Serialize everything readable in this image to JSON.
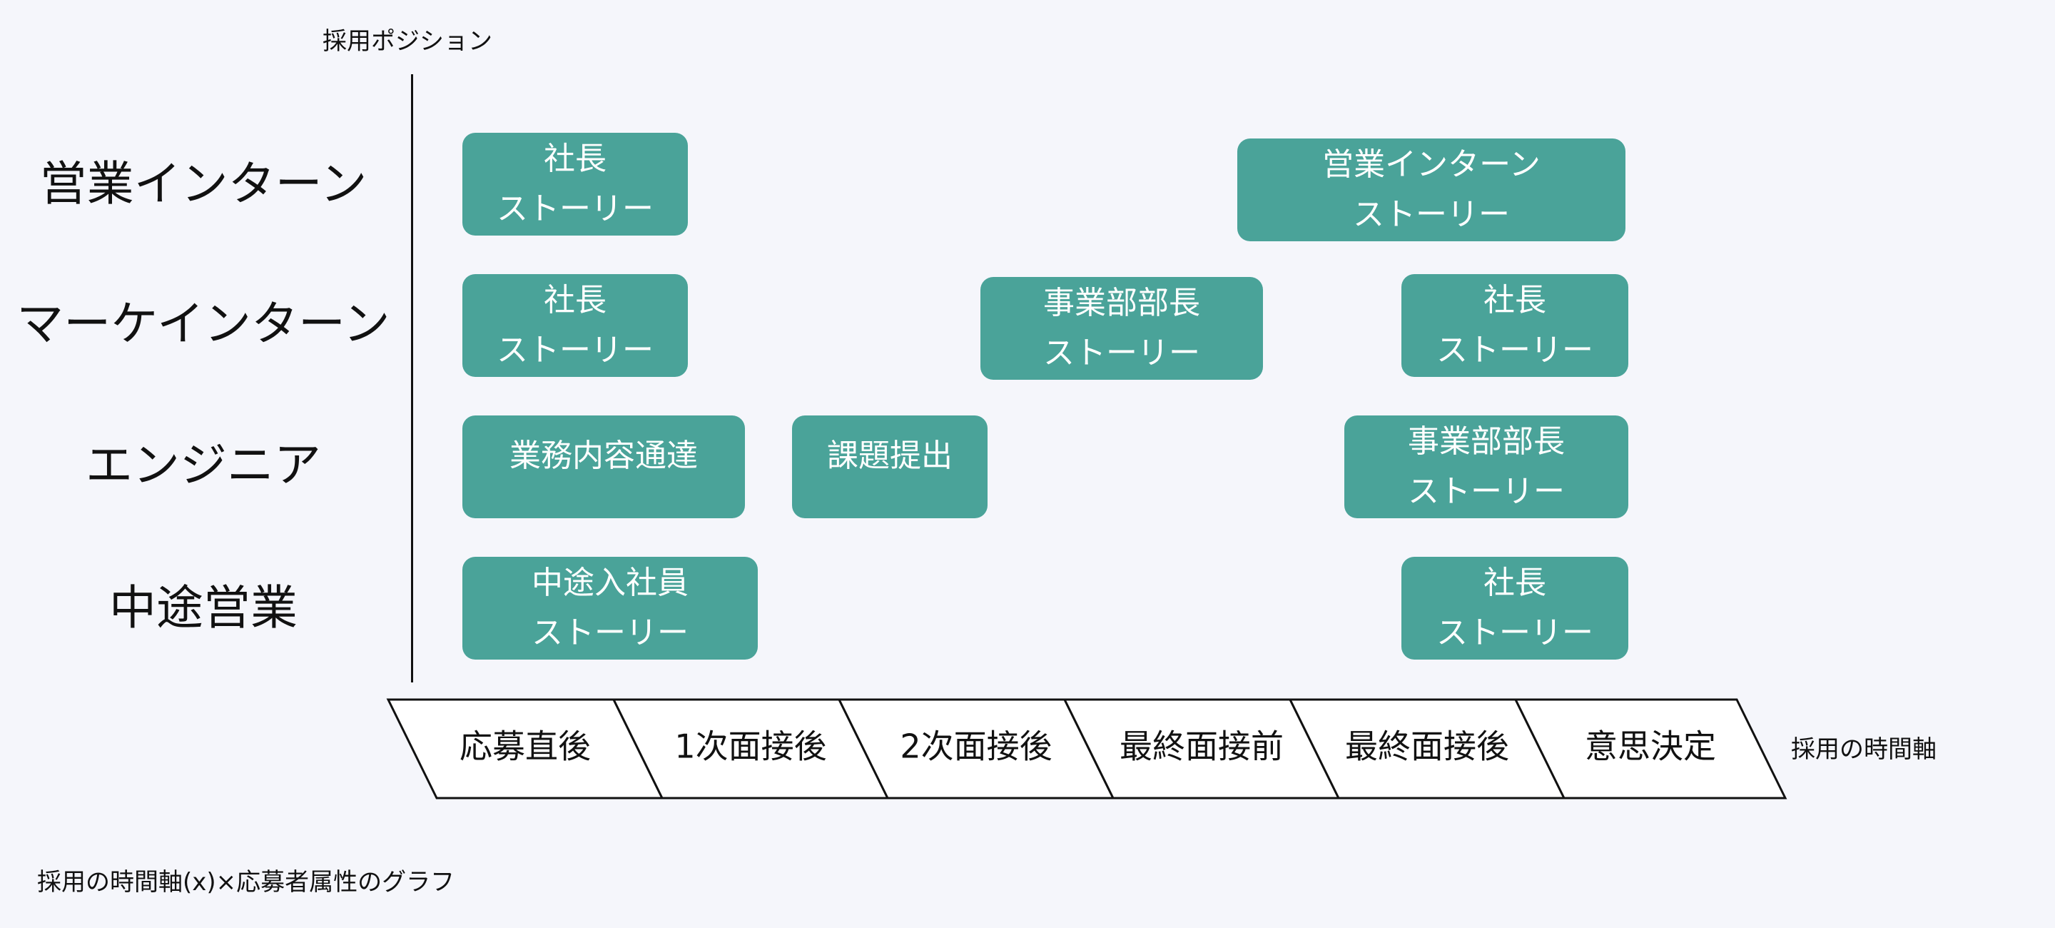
{
  "axis": {
    "y_title": "採用ポジション",
    "x_title": "採用の時間軸"
  },
  "rows": [
    {
      "label": "営業インターン"
    },
    {
      "label": "マーケインターン"
    },
    {
      "label": "エンジニア"
    },
    {
      "label": "中途営業"
    }
  ],
  "stages": [
    "応募直後",
    "1次面接後",
    "2次面接後",
    "最終面接前",
    "最終面接後",
    "意思決定"
  ],
  "cards": [
    {
      "row": 0,
      "stage": "応募直後",
      "lines": [
        "社長",
        "ストーリー"
      ]
    },
    {
      "row": 0,
      "stage": "最終面接後",
      "lines": [
        "営業インターン",
        "ストーリー"
      ]
    },
    {
      "row": 1,
      "stage": "応募直後",
      "lines": [
        "社長",
        "ストーリー"
      ]
    },
    {
      "row": 1,
      "stage": "最終面接前",
      "lines": [
        "事業部部長",
        "ストーリー"
      ]
    },
    {
      "row": 1,
      "stage": "最終面接後",
      "lines": [
        "社長",
        "ストーリー"
      ]
    },
    {
      "row": 2,
      "stage": "応募直後",
      "lines": [
        "業務内容通達"
      ]
    },
    {
      "row": 2,
      "stage": "1次面接後",
      "lines": [
        "課題提出"
      ]
    },
    {
      "row": 2,
      "stage": "最終面接後",
      "lines": [
        "事業部部長",
        "ストーリー"
      ]
    },
    {
      "row": 3,
      "stage": "応募直後",
      "lines": [
        "中途入社員",
        "ストーリー"
      ]
    },
    {
      "row": 3,
      "stage": "最終面接後",
      "lines": [
        "社長",
        "ストーリー"
      ]
    }
  ],
  "caption": "採用の時間軸(x)×応募者属性のグラフ",
  "colors": {
    "card": "#4aa399",
    "card_text": "#ffffff",
    "background": "#f5f6fb"
  }
}
